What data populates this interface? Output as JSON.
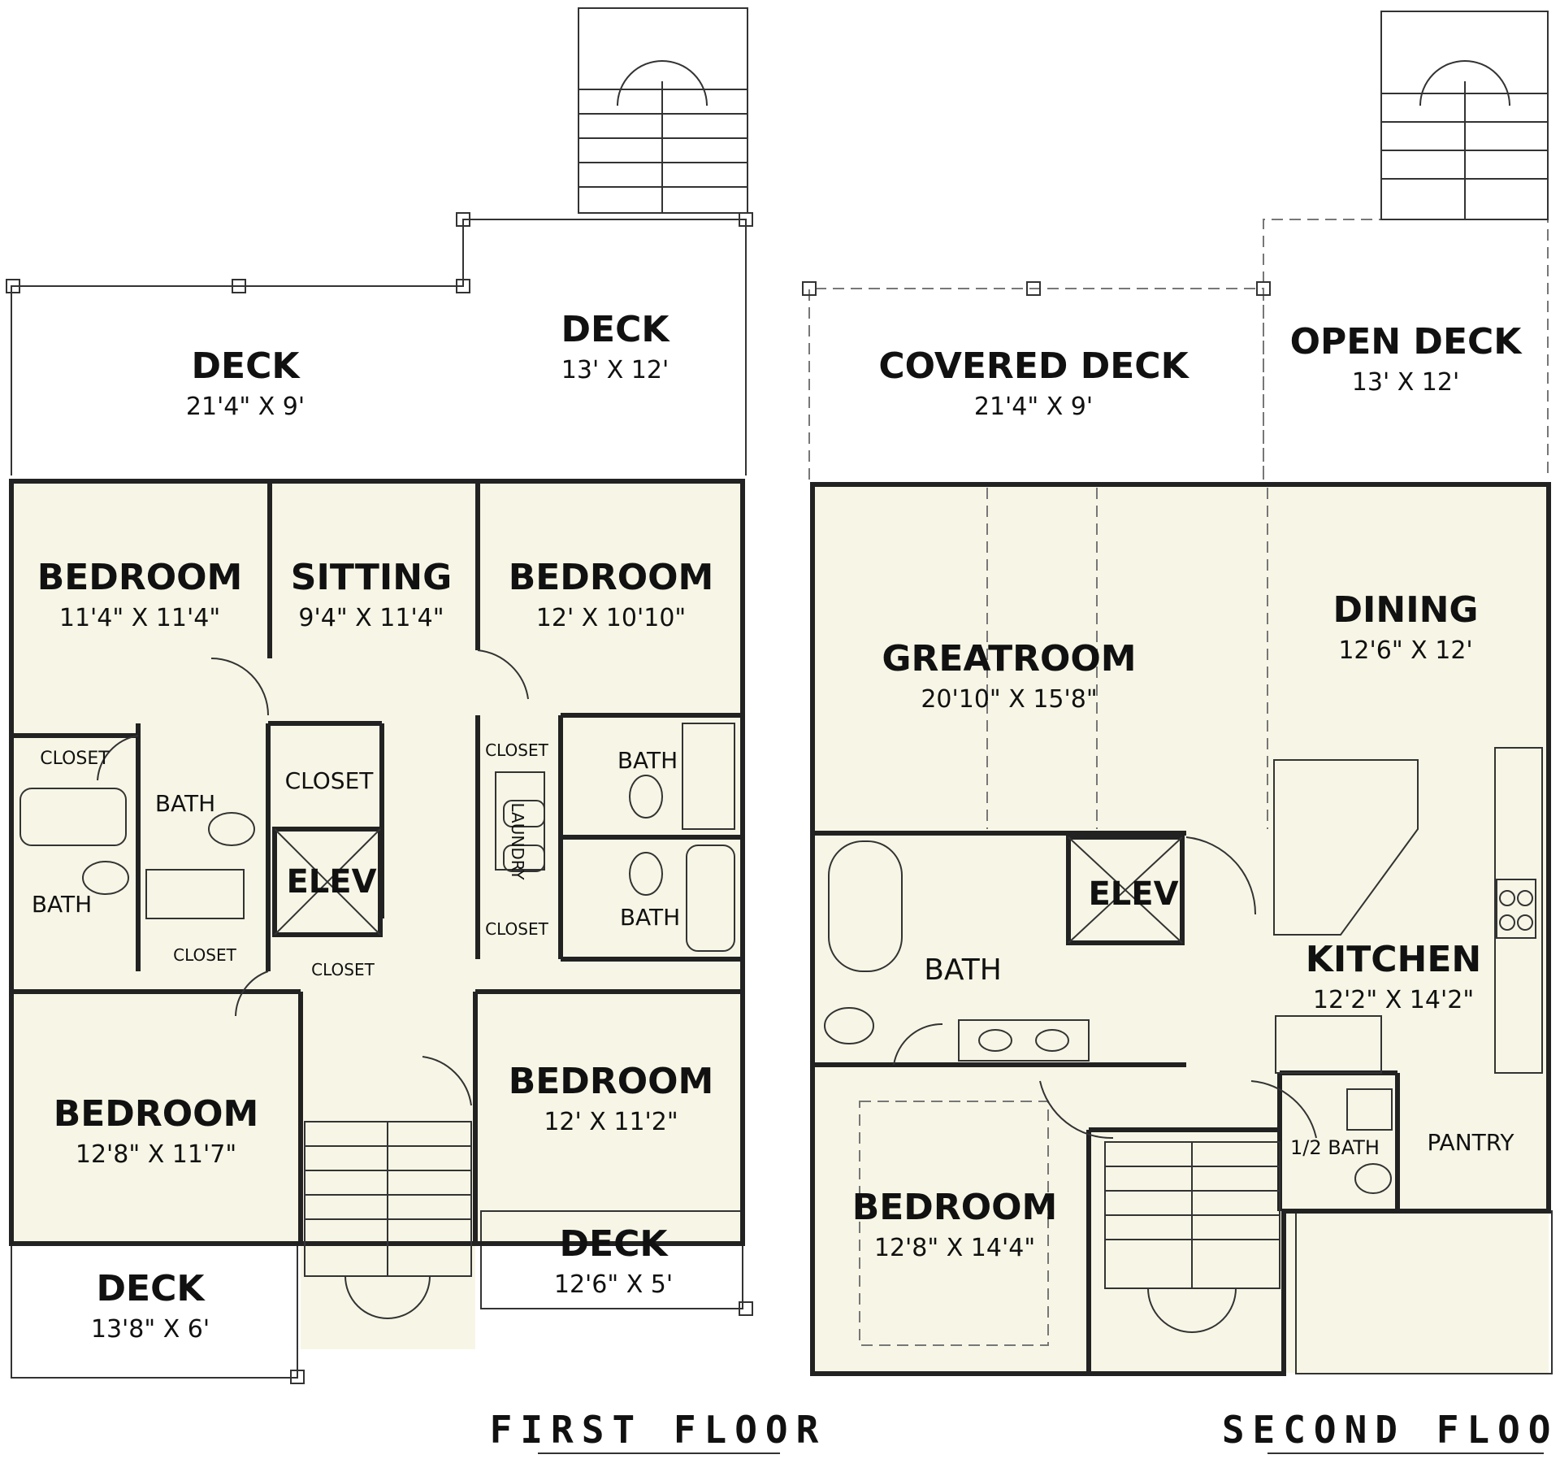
{
  "floors": [
    {
      "label": "FIRST FLOOR",
      "rooms": [
        {
          "name": "DECK",
          "dims": "21'4\" X 9'"
        },
        {
          "name": "DECK",
          "dims": "13' X 12'"
        },
        {
          "name": "BEDROOM",
          "dims": "11'4\" X 11'4\""
        },
        {
          "name": "SITTING",
          "dims": "9'4\" X 11'4\""
        },
        {
          "name": "BEDROOM",
          "dims": "12' X 10'10\""
        },
        {
          "name": "BEDROOM",
          "dims": "12'8\" X 11'7\""
        },
        {
          "name": "BEDROOM",
          "dims": "12' X 11'2\""
        },
        {
          "name": "DECK",
          "dims": "13'8\" X 6'"
        },
        {
          "name": "DECK",
          "dims": "12'6\" X 5'"
        }
      ],
      "labels": {
        "closet": "CLOSET",
        "bath": "BATH",
        "elev": "ELEV",
        "laundry": "LAUNDRY"
      }
    },
    {
      "label": "SECOND FLOOR",
      "rooms": [
        {
          "name": "COVERED DECK",
          "dims": "21'4\" X 9'"
        },
        {
          "name": "OPEN DECK",
          "dims": "13' X 12'"
        },
        {
          "name": "GREATROOM",
          "dims": "20'10\" X 15'8\""
        },
        {
          "name": "DINING",
          "dims": "12'6\" X 12'"
        },
        {
          "name": "KITCHEN",
          "dims": "12'2\" X 14'2\""
        },
        {
          "name": "BEDROOM",
          "dims": "12'8\" X 14'4\""
        }
      ],
      "labels": {
        "bath": "BATH",
        "elev": "ELEV",
        "half_bath": "1/2 BATH",
        "pantry": "PANTRY"
      }
    }
  ]
}
